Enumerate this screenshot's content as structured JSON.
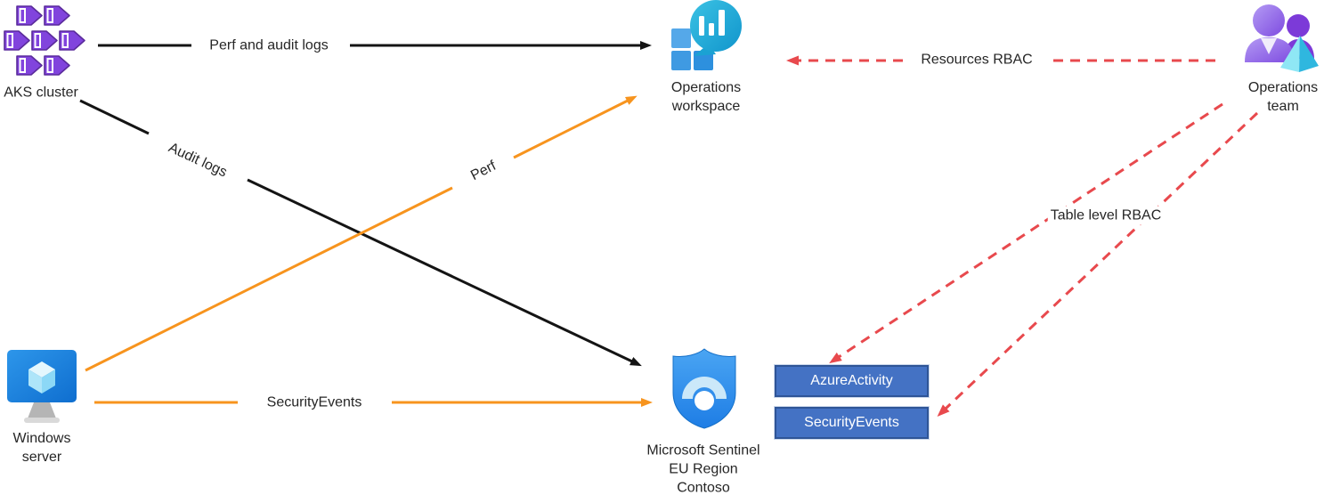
{
  "colors": {
    "arrow_black": "#141414",
    "arrow_orange": "#F7941E",
    "arrow_red": "#E8494D",
    "table_fill": "#4472C4",
    "table_border": "#2F5597",
    "text": "#262626"
  },
  "nodes": {
    "aks": {
      "label": "AKS cluster"
    },
    "windows_server": {
      "line1": "Windows",
      "line2": "server"
    },
    "operations_workspace": {
      "line1": "Operations",
      "line2": "workspace"
    },
    "sentinel": {
      "line1": "Microsoft Sentinel",
      "line2": "EU Region",
      "line3": "Contoso"
    },
    "operations_team": {
      "line1": "Operations",
      "line2": "team"
    },
    "tables": [
      {
        "label": "AzureActivity"
      },
      {
        "label": "SecurityEvents"
      }
    ]
  },
  "edges": {
    "perf_and_audit_logs": {
      "label": "Perf and audit logs",
      "from": "AKS cluster",
      "to": "Operations workspace",
      "style": "solid-black"
    },
    "audit_logs": {
      "label": "Audit logs",
      "from": "AKS cluster",
      "to": "Microsoft Sentinel",
      "style": "solid-black"
    },
    "perf": {
      "label": "Perf",
      "from": "Windows server",
      "to": "Operations workspace",
      "style": "solid-orange"
    },
    "security_events": {
      "label": "SecurityEvents",
      "from": "Windows server",
      "to": "Microsoft Sentinel",
      "style": "solid-orange"
    },
    "resources_rbac": {
      "label": "Resources RBAC",
      "from": "Operations team",
      "to": "Operations workspace",
      "style": "dashed-red"
    },
    "table_level_rbac": {
      "label": "Table level RBAC",
      "from": "Operations team",
      "to": "AzureActivity / SecurityEvents",
      "style": "dashed-red"
    }
  }
}
